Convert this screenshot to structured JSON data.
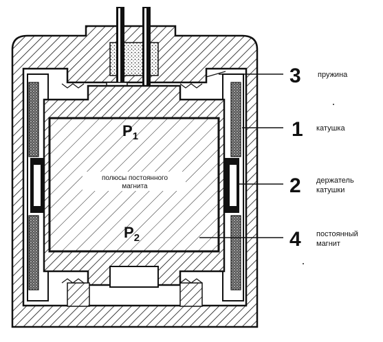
{
  "labels": {
    "pole_top": {
      "main": "P",
      "sub": "1"
    },
    "pole_bottom": {
      "main": "P",
      "sub": "2"
    },
    "center": {
      "line1": "полюсы постоянного",
      "line2": "магнита"
    }
  },
  "callouts": [
    {
      "num": "3",
      "text1": "пружина",
      "text2": ""
    },
    {
      "num": "1",
      "text1": "катушка",
      "text2": ""
    },
    {
      "num": "2",
      "text1": "держатель",
      "text2": "катушки"
    },
    {
      "num": "4",
      "text1": "постоянный",
      "text2": "магнит"
    }
  ],
  "colors": {
    "ink": "#111111",
    "paper": "#ffffff",
    "coil": "#3a3a3a"
  }
}
